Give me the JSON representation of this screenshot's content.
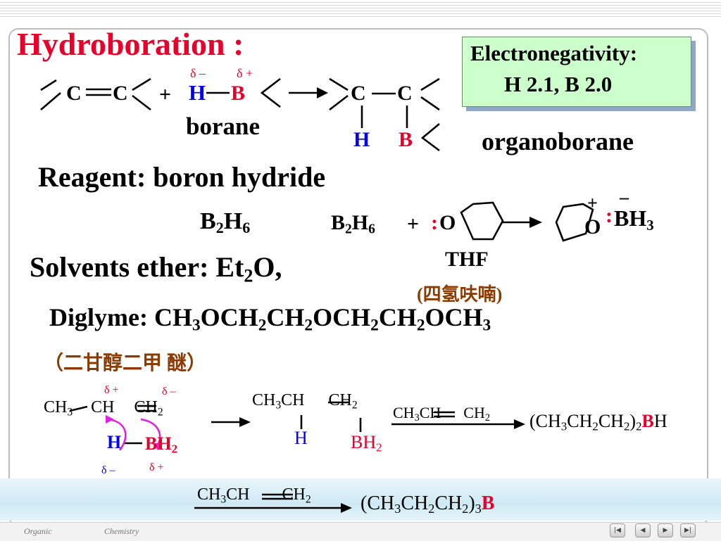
{
  "title": "Hydroboration :",
  "electronegativity": {
    "line1": "Electronegativity:",
    "line2": "H  2.1, B 2.0"
  },
  "reaction1": {
    "C": "C",
    "plus": "+",
    "H": "H",
    "B": "B",
    "delta_minus": "δ –",
    "delta_plus": "δ +",
    "borane": "borane",
    "organoborane": "organoborane"
  },
  "reagent": "Reagent:  boron hydride",
  "b2h6": {
    "B": "B",
    "sub2": "2",
    "H": "H",
    "sub6": "6"
  },
  "thf_reaction": {
    "plus": "+",
    "colon": ":",
    "O": "O",
    "thf": "THF",
    "thf_cn": "(四氢呋喃)",
    "charge_plus": "+",
    "charge_minus": "–",
    "BH": "BH",
    "sub3": "3"
  },
  "solvents": {
    "text": "Solvents  ether: Et",
    "sub": "2",
    "tail": "O,"
  },
  "diglyme": {
    "label": "Diglyme: ",
    "cn": "（二甘醇二甲 醚）"
  },
  "mechanism": {
    "CH": "CH",
    "sub2": "2",
    "sub3": "3",
    "delta_plus": "δ +",
    "delta_minus": "δ –",
    "H": "H",
    "BH": "BH",
    "B": "B"
  },
  "products": {
    "dialkyl_open": "(CH",
    "dialkyl_close": ")",
    "BH_tail": "H",
    "trialkyl_B": "B"
  },
  "footer": {
    "left": "Organic",
    "right": "Chemistry"
  },
  "nav": [
    "first",
    "prev",
    "next",
    "last"
  ],
  "colors": {
    "title_red": "#e8002a",
    "blue": "#0000ee",
    "box_green": "#ccffcc",
    "brown": "#8b3a00"
  }
}
